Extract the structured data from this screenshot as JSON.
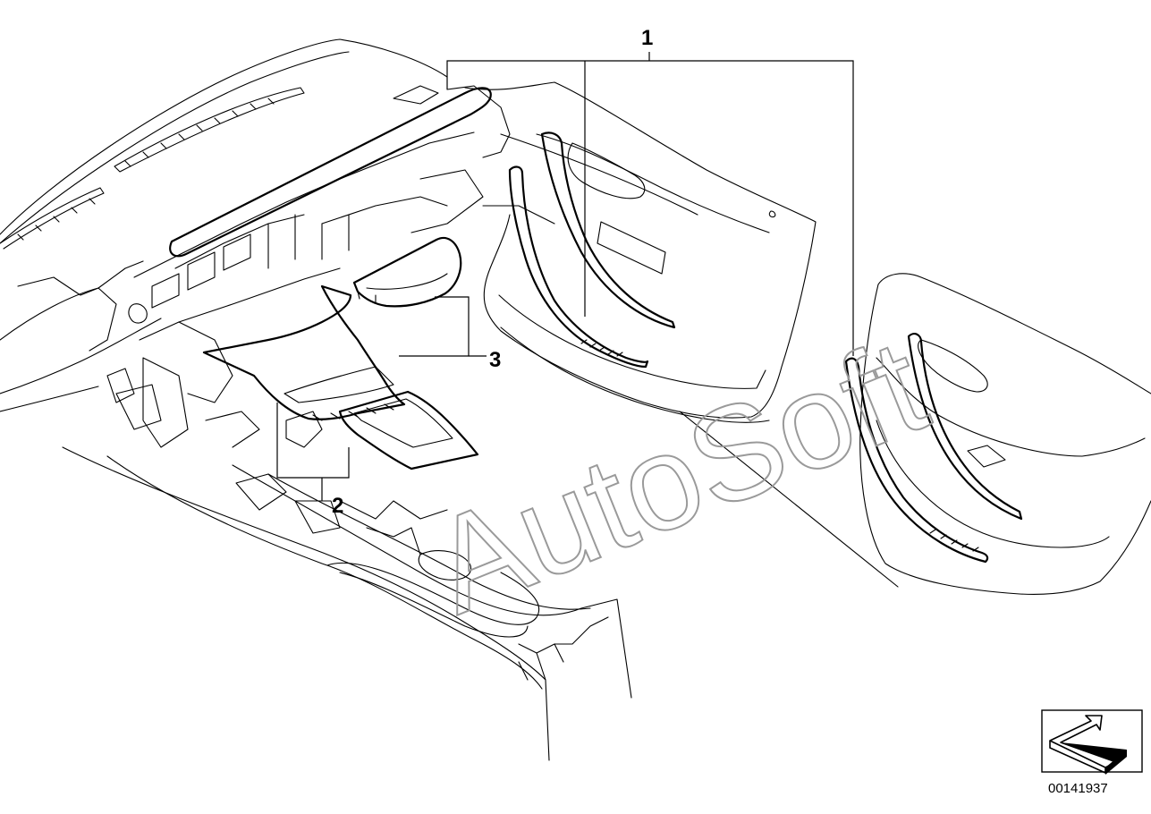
{
  "callouts": {
    "c1": "1",
    "c2": "2",
    "c3": "3"
  },
  "watermark": "AutoSoft",
  "diagram_number": "00141937",
  "colors": {
    "line": "#000000",
    "background": "#ffffff",
    "watermark": "#9a9a9a"
  }
}
